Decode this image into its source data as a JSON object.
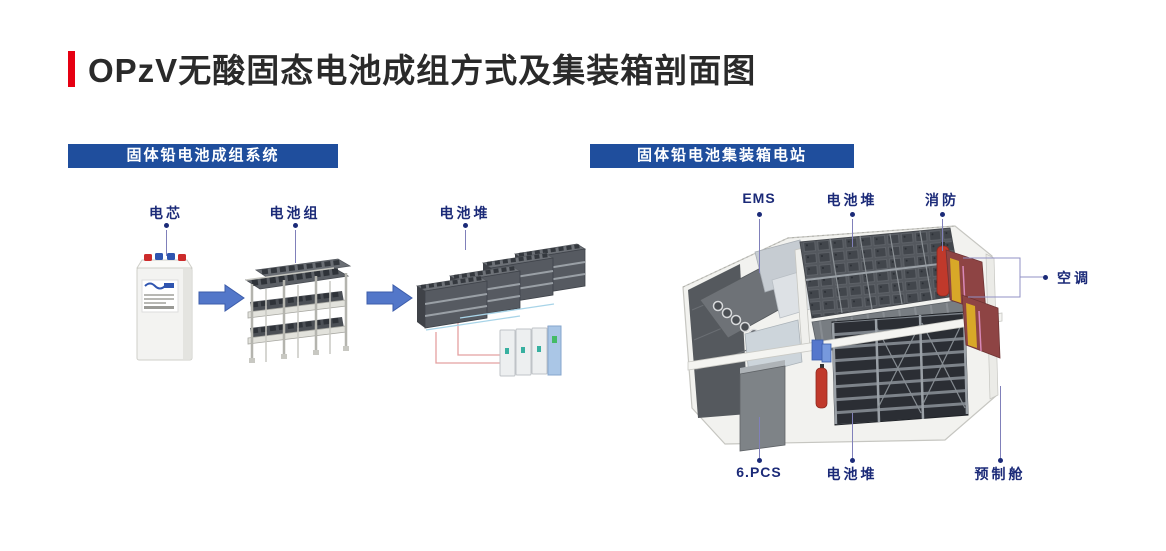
{
  "page": {
    "title": "OPzV无酸固态电池成组方式及集装箱剖面图"
  },
  "colors": {
    "accent_red": "#e60012",
    "header_blue": "#1f4e9d",
    "label_navy": "#1b2a78",
    "arrow_blue": "#5377c9"
  },
  "left_panel": {
    "header": "固体铅电池成组系统",
    "callouts": [
      {
        "label": "电芯"
      },
      {
        "label": "电池组"
      },
      {
        "label": "电池堆"
      }
    ]
  },
  "right_panel": {
    "header": "固体铅电池集装箱电站",
    "top_callouts": [
      {
        "label": "EMS"
      },
      {
        "label": "电池堆"
      },
      {
        "label": "消防"
      }
    ],
    "right_callout": {
      "label": "空调"
    },
    "bottom_callouts": [
      {
        "label": "6.PCS"
      },
      {
        "label": "电池堆"
      },
      {
        "label": "预制舱"
      }
    ]
  }
}
